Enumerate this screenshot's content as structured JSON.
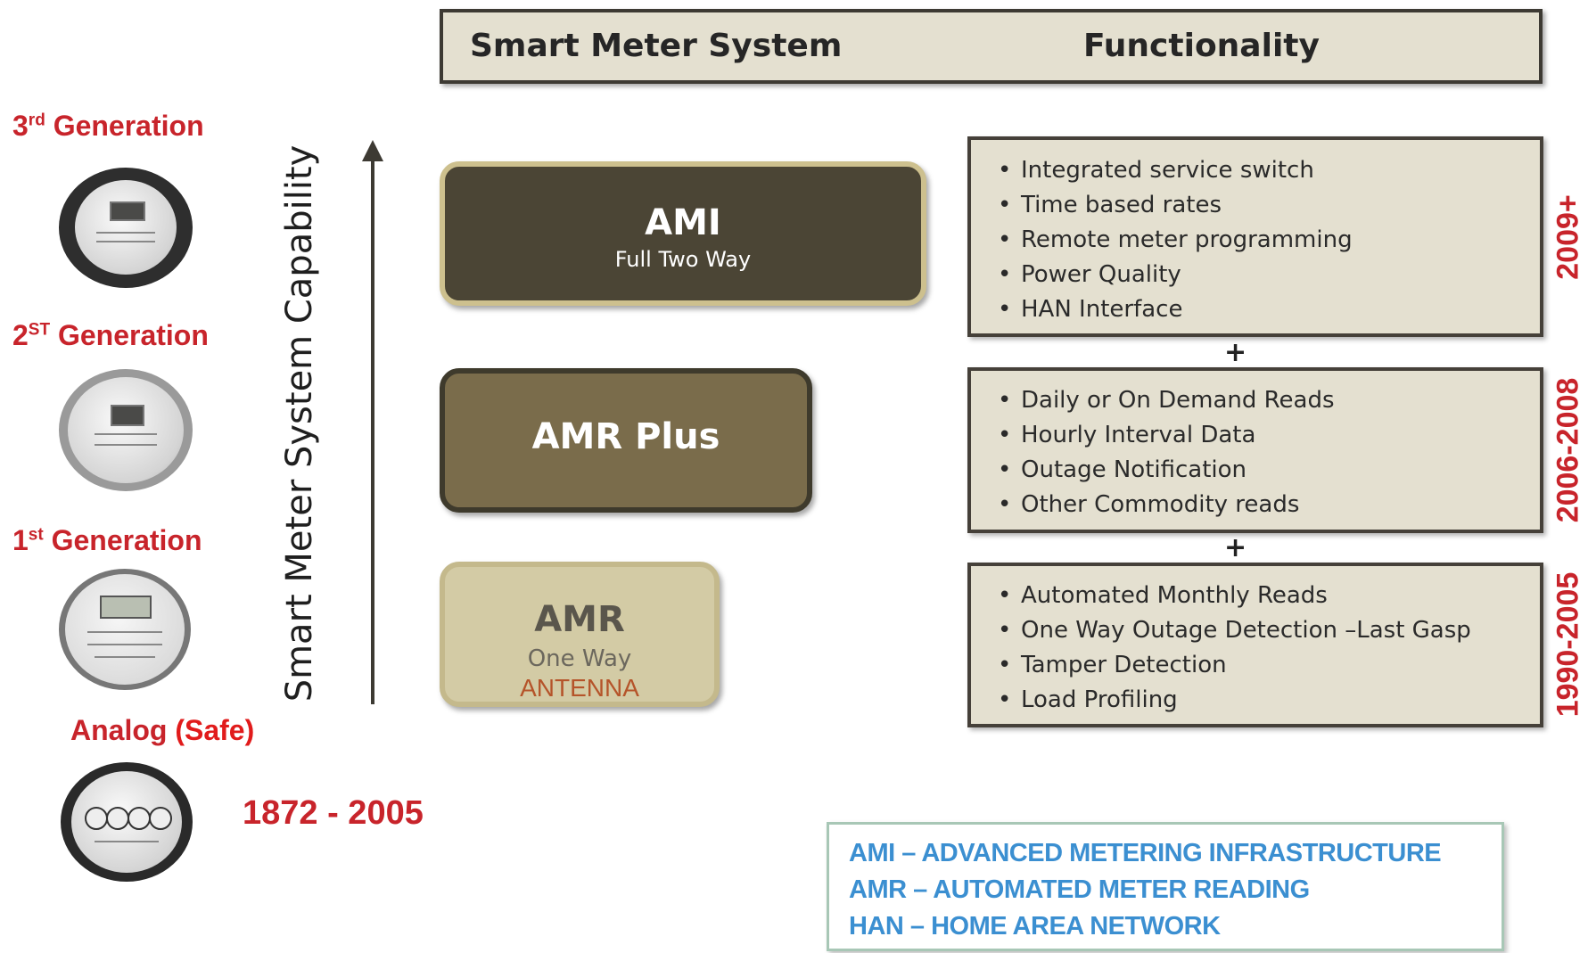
{
  "header": {
    "left": "Smart Meter System",
    "right": "Functionality"
  },
  "generations": {
    "third": {
      "num": "3",
      "sup": "rd",
      "rest": " Generation"
    },
    "second": {
      "num": "2",
      "sup": "ST",
      "rest": " Generation"
    },
    "first": {
      "num": "1",
      "sup": "st",
      "rest": " Generation"
    },
    "analog": {
      "label": "Analog",
      "safe": "(Safe)",
      "years": "1872 - 2005"
    }
  },
  "axis_label": "Smart Meter System Capability",
  "systems": {
    "ami": {
      "title": "AMI",
      "sub": "Full Two Way"
    },
    "amr_plus": {
      "title": "AMR Plus"
    },
    "amr": {
      "title": "AMR",
      "sub": "One Way",
      "extra": "ANTENNA"
    }
  },
  "functionality": {
    "ami": [
      "Integrated service switch",
      "Time based rates",
      "Remote meter programming",
      "Power Quality",
      "HAN Interface"
    ],
    "amr_plus": [
      "Daily or On Demand  Reads",
      "Hourly Interval Data",
      "Outage Notification",
      "Other Commodity reads"
    ],
    "amr": [
      "Automated Monthly Reads",
      "One Way Outage Detection –Last Gasp",
      "Tamper Detection",
      "Load Profiling"
    ],
    "bullet": "•",
    "plus": "+"
  },
  "years": {
    "ami": "2009+",
    "amr_plus": "2006-2008",
    "amr": "1990-2005"
  },
  "legend": [
    "AMI – ADVANCED METERING INFRASTRUCTURE",
    "AMR – AUTOMATED METER READING",
    "HAN – HOME AREA NETWORK"
  ],
  "colors": {
    "generation_red": "#c8242b",
    "legend_blue": "#3b8fd1",
    "ami_box": "#4b4535",
    "amr_plus_box": "#7a6c4b",
    "amr_box": "#d3cba5",
    "panel_bg": "#e4e0d0"
  },
  "icons": [
    "third-gen-meter-icon",
    "second-gen-meter-icon",
    "first-gen-meter-icon",
    "analog-meter-icon",
    "up-arrow-icon"
  ]
}
